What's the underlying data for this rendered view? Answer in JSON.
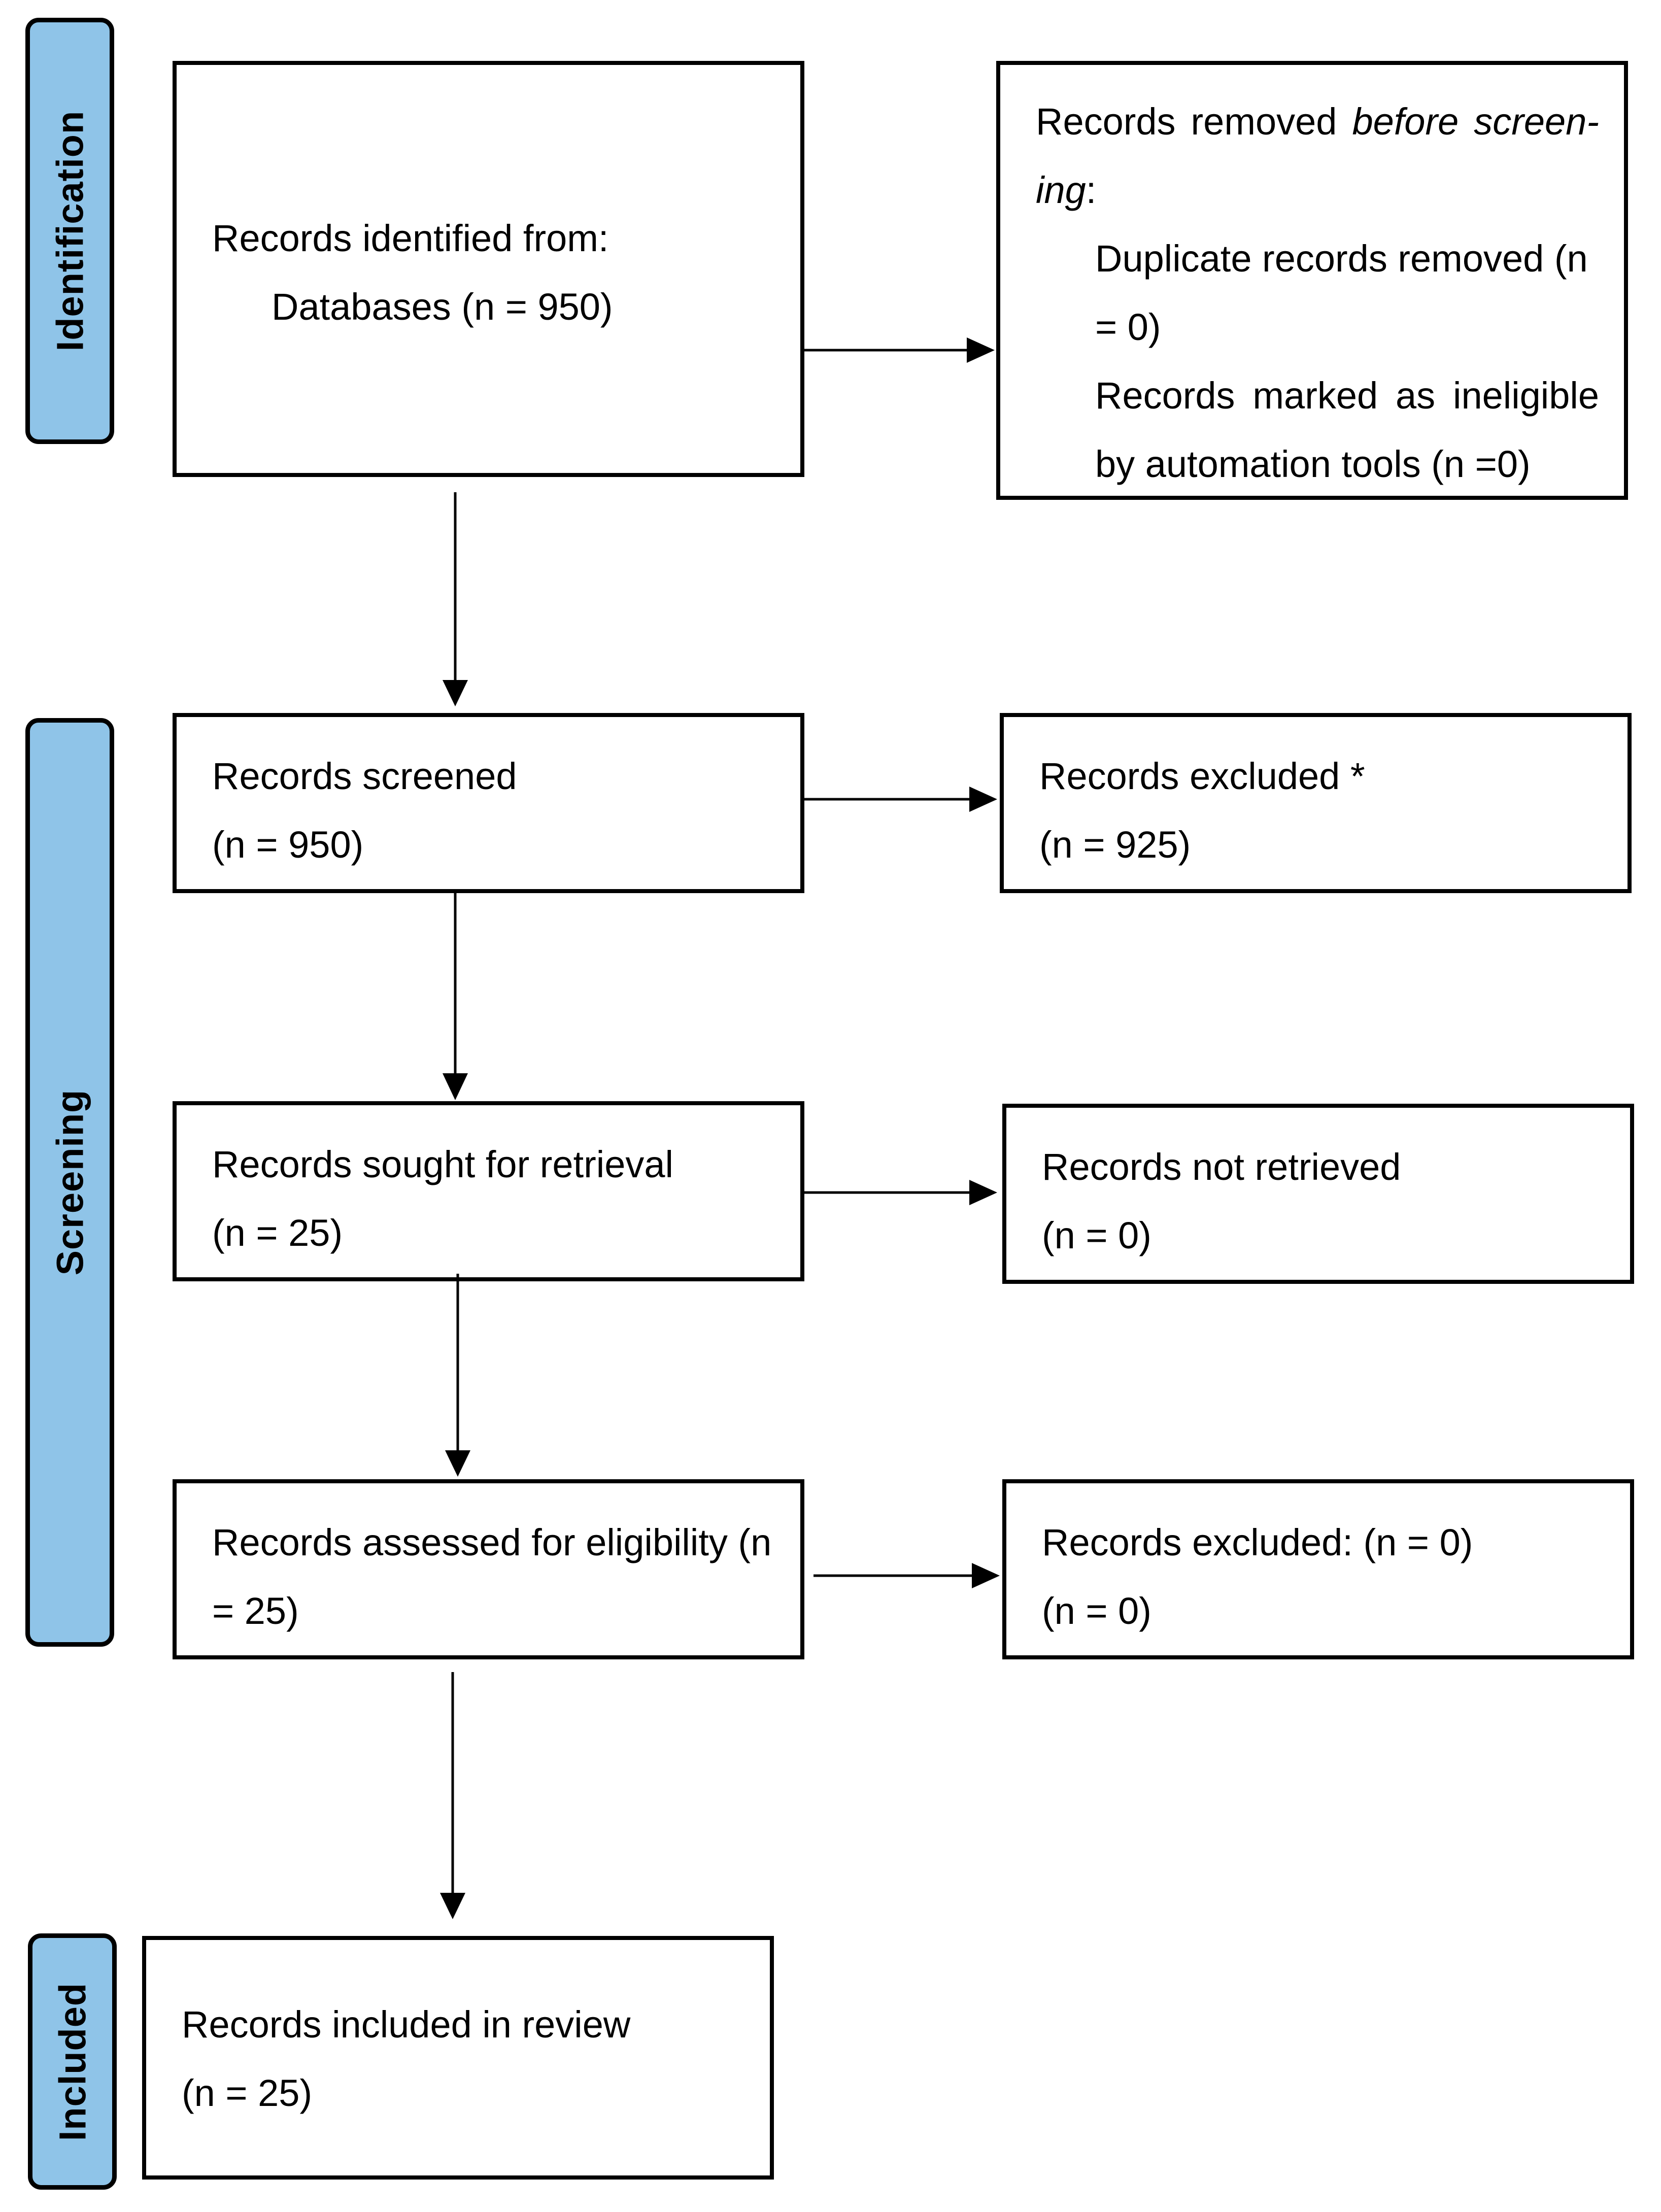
{
  "phases": {
    "identification": "Identification",
    "screening": "Screening",
    "included": "Included"
  },
  "boxes": {
    "identified": {
      "heading": "Records identified from:",
      "databases": "Databases (n = 950)"
    },
    "removed": {
      "heading_pre": "Records removed ",
      "heading_em": "before screen-",
      "heading_em2": "ing",
      "heading_post": ":",
      "duplicates_1": "Duplicate records removed (n",
      "duplicates_2": "= 0)",
      "ineligible_1": "Records marked as ineligible",
      "ineligible_2": "by automation tools (n =0)"
    },
    "screened": {
      "label": "Records screened",
      "count": "(n = 950)"
    },
    "excluded": {
      "label": "Records excluded *",
      "count": "(n = 925)"
    },
    "sought": {
      "label": "Records sought for retrieval",
      "count": "(n = 25)"
    },
    "not_retrieved": {
      "label": "Records not retrieved",
      "count": "(n = 0)"
    },
    "assessed": {
      "label": "Records assessed for eligibility (n",
      "count": "= 25)"
    },
    "excluded_eligibility": {
      "label": "Records excluded: (n = 0)",
      "count": "(n = 0)"
    },
    "included": {
      "label": "Records included in review",
      "count": "(n = 25)"
    }
  }
}
